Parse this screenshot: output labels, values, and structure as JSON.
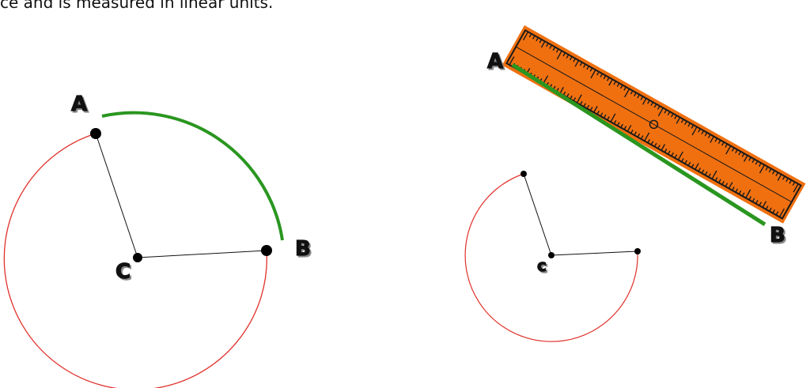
{
  "caption": "ce and is measured in linear units.",
  "left_diagram": {
    "point_a_label": "A",
    "point_b_label": "B",
    "center_label": "C",
    "circle_color": "#e0302a",
    "arc_color": "#2a9620",
    "radius_color": "#111111"
  },
  "right_diagram": {
    "point_a_label": "A",
    "point_b_label": "B",
    "center_label": "c",
    "segment_color": "#2a9620",
    "ruler_color": "#f07010",
    "arc_color": "#e0302a"
  }
}
